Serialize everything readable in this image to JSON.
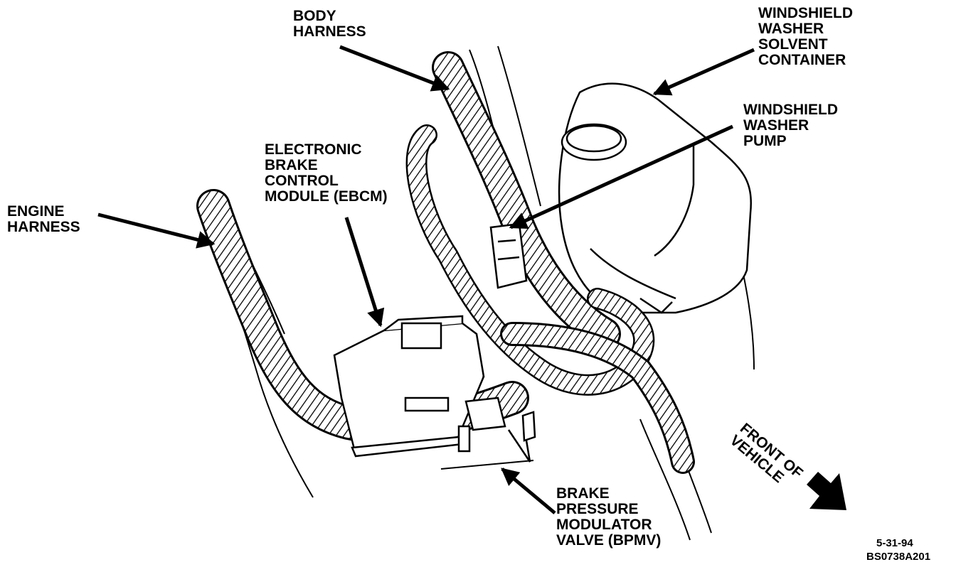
{
  "labels": {
    "body_harness": "BODY\nHARNESS",
    "windshield_washer_solvent_container": "WINDSHIELD\nWASHER\nSOLVENT\nCONTAINER",
    "windshield_washer_pump": "WINDSHIELD\nWASHER\nPUMP",
    "ebcm": "ELECTRONIC\nBRAKE\nCONTROL\nMODULE (EBCM)",
    "engine_harness": "ENGINE\nHARNESS",
    "bpmv": "BRAKE\nPRESSURE\nMODULATOR\nVALVE (BPMV)",
    "front_of_vehicle": "FRONT OF\nVEHICLE"
  },
  "footer": {
    "date": "5-31-94",
    "figure_id": "BS0738A201"
  },
  "colors": {
    "ink": "#000000",
    "paper": "#ffffff"
  }
}
